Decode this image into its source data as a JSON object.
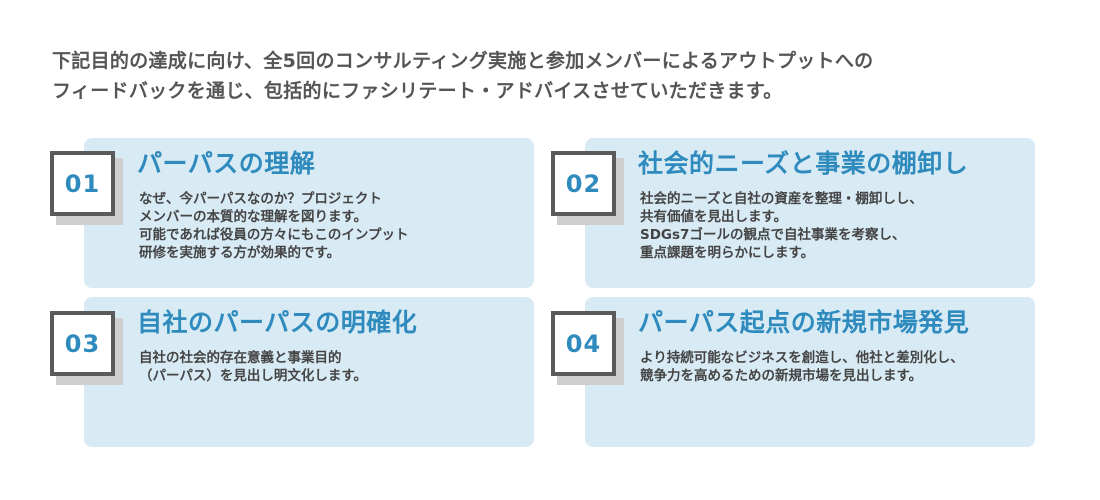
{
  "intro": {
    "line1": "下記目的の達成に向け、全5回のコンサルティング実施と参加メンバーによるアウトプットへの",
    "line2": "フィードバックを通じ、包括的にファシリテート・アドバイスさせていただきます。"
  },
  "cards": [
    {
      "number": "01",
      "title": "パーパスの理解",
      "lines": [
        "なぜ、今パーパスなのか？プロジェクト",
        "メンバーの本質的な理解を図ります。",
        "可能であれば役員の方々にもこのインプット",
        "研修を実施する方が効果的です。"
      ]
    },
    {
      "number": "02",
      "title": "社会的ニーズと事業の棚卸し",
      "lines": [
        "社会的ニーズと自社の資産を整理・棚卸しし、",
        "共有価値を見出します。",
        "SDGs7ゴールの観点で自社事業を考察し、",
        "重点課題を明らかにします。"
      ]
    },
    {
      "number": "03",
      "title": "自社のパーパスの明確化",
      "lines": [
        "自社の社会的存在意義と事業目的",
        "（パーパス）を見出し明文化します。"
      ]
    },
    {
      "number": "04",
      "title": "パーパス起点の新規市場発見",
      "lines": [
        "より持続可能なビジネスを創造し、他社と差別化し、",
        "競争力を高めるための新規市場を見出します。"
      ]
    }
  ]
}
